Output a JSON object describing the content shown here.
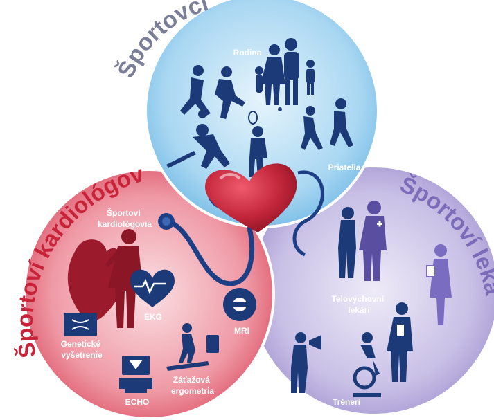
{
  "circles": {
    "athletes": {
      "title": "Športovci",
      "title_color": "#7a7e96",
      "labels": {
        "family": "Rodina",
        "friends": "Priatelia"
      }
    },
    "cardiologists": {
      "title": "Športoví kardiológovia",
      "title_color": "#c7243a",
      "labels": {
        "cardiologist": "Športoví kardiológovia",
        "cardiologist_line1": "Športoví",
        "cardiologist_line2": "kardiológovia",
        "ekg": "EKG",
        "mri": "MRI",
        "genetic": "Genetické vyšetrenie",
        "genetic_line1": "Genetické",
        "genetic_line2": "vyšetrenie",
        "echo": "ECHO",
        "stress": "Záťažová ergometria",
        "stress_line1": "Záťažová",
        "stress_line2": "ergometria"
      }
    },
    "physicians": {
      "title": "Športoví lekári",
      "title_color": "#7b6bb8",
      "labels": {
        "sports_doctors": "Telovýchovní lekári",
        "sports_doctors_line1": "Telovýchovní",
        "sports_doctors_line2": "lekári",
        "coaches": "Tréneri"
      }
    }
  },
  "colors": {
    "silhouette_blue": "#1c3a78",
    "silhouette_dark_red": "#8a1626",
    "heart": "#c3263b",
    "stethoscope": "#1c3f86"
  }
}
